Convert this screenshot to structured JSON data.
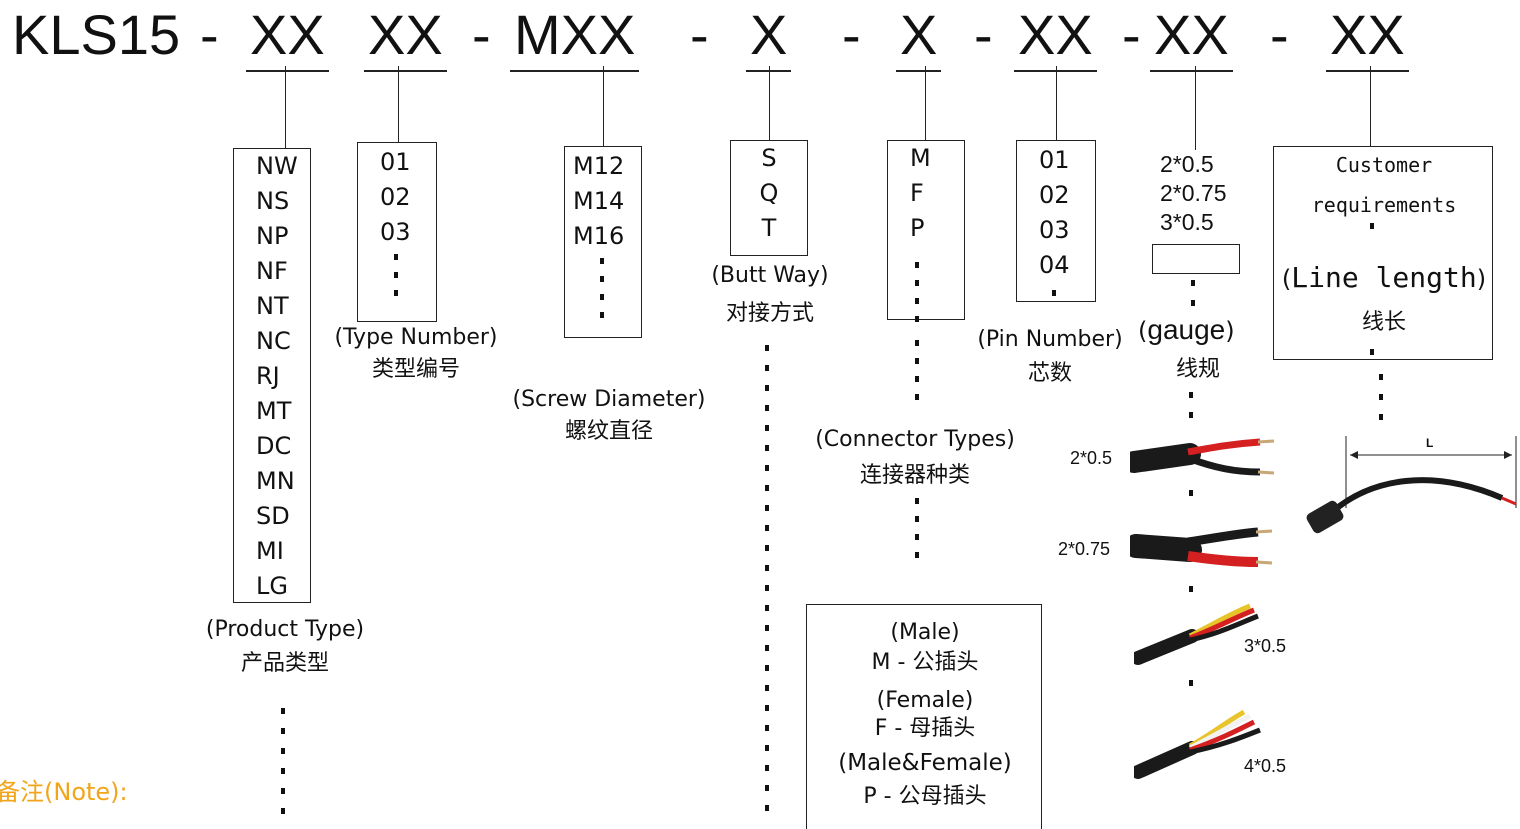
{
  "title": {
    "prefix": "KLS15",
    "dash": "-",
    "codes": [
      "XX",
      "XX",
      "MXX",
      "X",
      "X",
      "XX",
      "XX",
      "XX"
    ]
  },
  "product_type": {
    "items": [
      "NW",
      "NS",
      "NP",
      "NF",
      "NT",
      "NC",
      "RJ",
      "MT",
      "DC",
      "MN",
      "SD",
      "MI",
      "LG"
    ],
    "label_en": "(Product Type)",
    "label_cn": "产品类型"
  },
  "type_number": {
    "items": [
      "01",
      "02",
      "03"
    ],
    "label_en": "(Type Number)",
    "label_cn": "类型编号"
  },
  "screw_diameter": {
    "items": [
      "M12",
      "M14",
      "M16"
    ],
    "label_en": "(Screw Diameter)",
    "label_cn": "螺纹直径"
  },
  "butt_way": {
    "items": [
      "S",
      "Q",
      "T"
    ],
    "label_en": "(Butt Way)",
    "label_cn": "对接方式"
  },
  "connector_types": {
    "items": [
      "M",
      "F",
      "P"
    ],
    "label_en": "(Connector Types)",
    "label_cn": "连接器种类",
    "legend": [
      {
        "en": "(Male)",
        "cn": "M - 公插头"
      },
      {
        "en": "(Female)",
        "cn": "F - 母插头"
      },
      {
        "en": "(Male&Female)",
        "cn": "P - 公母插头"
      }
    ]
  },
  "pin_number": {
    "items": [
      "01",
      "02",
      "03",
      "04"
    ],
    "label_en": "(Pin Number)",
    "label_cn": "芯数"
  },
  "gauge": {
    "items": [
      "2*0.5",
      "2*0.75",
      "3*0.5"
    ],
    "label_en": "gauge",
    "label_cn": "线规",
    "cables": [
      "2*0.5",
      "2*0.75",
      "3*0.5",
      "4*0.5"
    ]
  },
  "line_length": {
    "line1": "Customer",
    "line2": "requirements",
    "label_en": "Line length",
    "label_cn": "线长",
    "dim_label": "L"
  },
  "note": "备注(Note):"
}
